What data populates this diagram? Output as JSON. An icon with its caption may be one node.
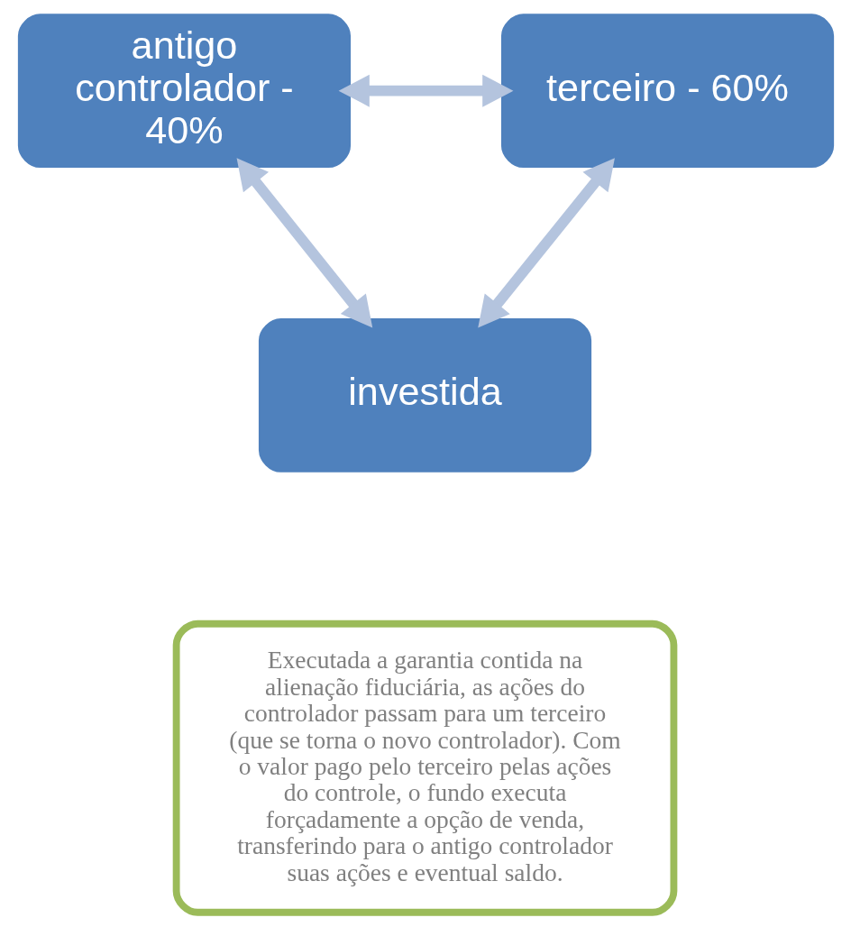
{
  "diagram": {
    "nodes": [
      {
        "text": [
          "antigo controlador - 40%"
        ]
      },
      {
        "text": [
          "terceiro - 60%"
        ]
      },
      {
        "text": [
          "investida"
        ]
      },
      {
        "text": [
          "Executada a garantia contida na alienação fiduciária, as ações do controlador passam para um terceiro (que se torna o novo controlador). Com o valor pago pelo terceiro pelas ações do controle, o fundo executa forçadamente a opção de venda, transferindo para o antigo controlador suas ações e eventual saldo."
        ]
      }
    ],
    "edges": [
      {
        "from": 0,
        "to": 1,
        "arrow": "both"
      },
      {
        "from": 0,
        "to": 2,
        "arrow": "both"
      },
      {
        "from": 1,
        "to": 2,
        "arrow": "both"
      }
    ]
  }
}
